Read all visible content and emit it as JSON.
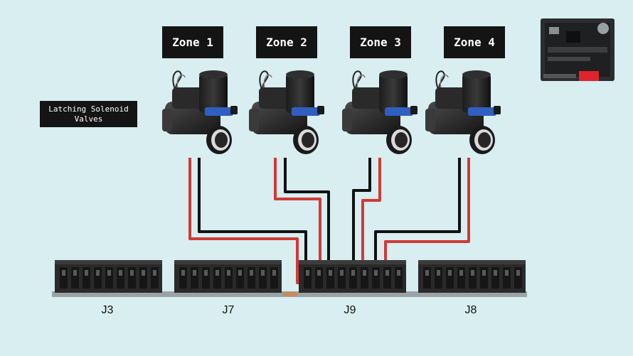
{
  "zones": [
    {
      "label": "Zone 1"
    },
    {
      "label": "Zone 2"
    },
    {
      "label": "Zone 3"
    },
    {
      "label": "Zone 4"
    }
  ],
  "caption": "Latching Solenoid\nValves",
  "connectors": [
    {
      "label": "J3"
    },
    {
      "label": "J7"
    },
    {
      "label": "J9"
    },
    {
      "label": "J8"
    }
  ],
  "colors": {
    "background": "#d8eef0",
    "wire_red": "#d03a36",
    "wire_black": "#111111",
    "label_bg": "#141414",
    "connector_body": "#2a2a2a",
    "connector_rail": "#9aa3a6",
    "board_highlight": "#e0232c"
  },
  "icons": [
    "solenoid-valve-icon",
    "controller-board-icon",
    "terminal-block-icon"
  ]
}
